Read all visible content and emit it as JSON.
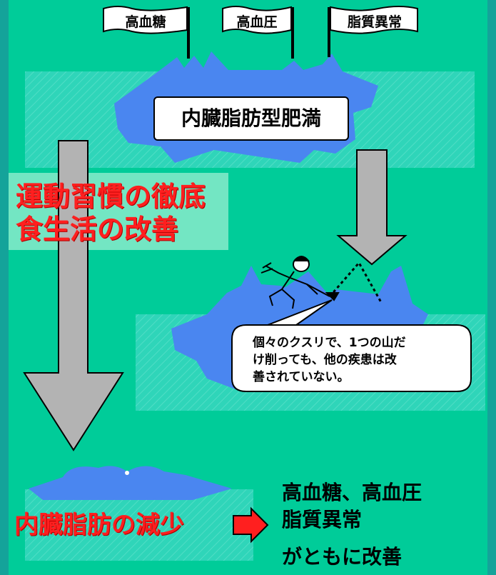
{
  "flags": [
    "高血糖",
    "高血圧",
    "脂質異常"
  ],
  "center_label": "内臓脂肪型肥満",
  "lifestyle": {
    "line1": "運動習慣の徹底",
    "line2": "食生活の改善"
  },
  "callout": [
    "個々のクスリで、1つの山だ",
    "け削っても、他の疾患は改",
    "善されていない。"
  ],
  "reduction_label": "内臓脂肪の減少",
  "result": [
    "高血糖、高血圧",
    "脂質異常",
    "がともに改善"
  ],
  "colors": {
    "background": "#00cc99",
    "fat_blob": "#4a86f0",
    "arrow_gray": "#b3b3b3",
    "emphasis_red": "#ff1f1f"
  },
  "icons": [
    "flag-icon",
    "worker-icon",
    "down-arrow-icon",
    "right-arrow-icon"
  ]
}
